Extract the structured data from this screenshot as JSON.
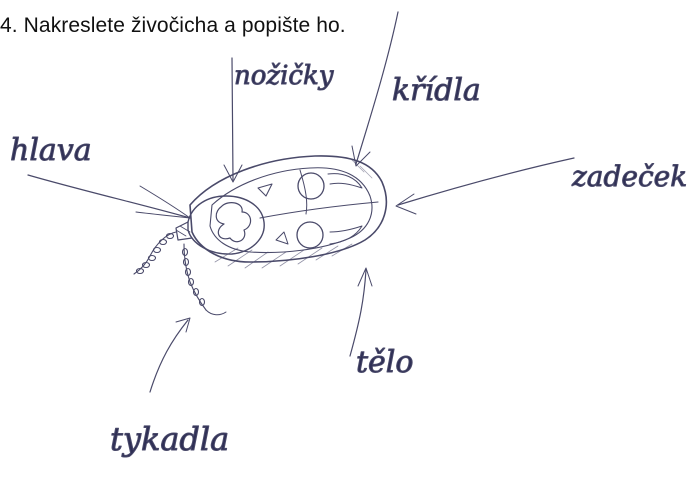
{
  "task": {
    "heading": "4. Nakreslete živočicha a popište ho."
  },
  "labels": {
    "head": "hlava",
    "legs": "nožičky",
    "wings": "křídla",
    "abdomen": "zadeček",
    "body": "tělo",
    "antennae": "tykadla"
  },
  "colors": {
    "pencil": "#4a4a6a",
    "handwriting": "#2f2f55",
    "printed_text": "#111111"
  }
}
